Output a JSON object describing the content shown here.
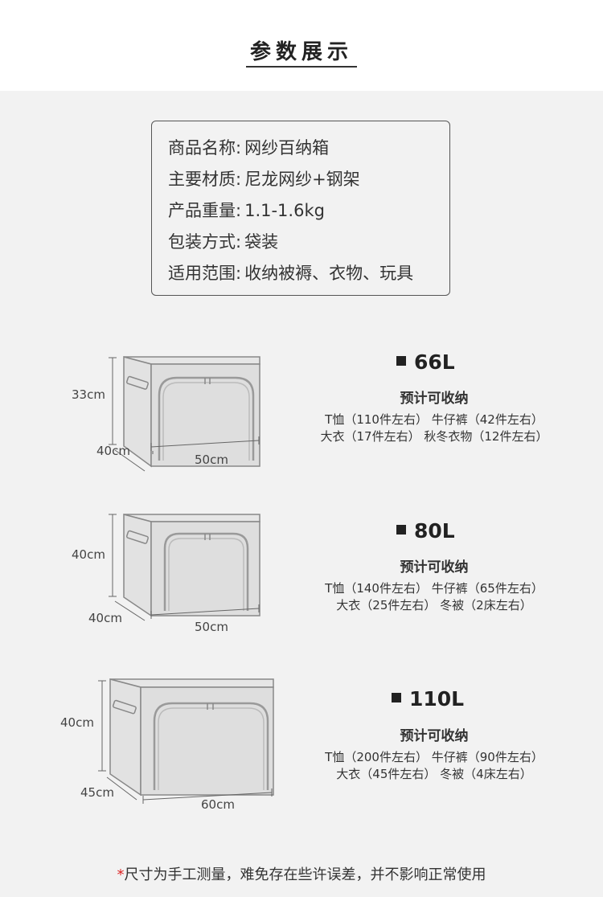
{
  "title": "参数展示",
  "specs": [
    {
      "label": "商品名称",
      "value": "网纱百纳箱"
    },
    {
      "label": "主要材质",
      "value": "尼龙网纱+钢架"
    },
    {
      "label": "产品重量",
      "value": "1.1-1.6kg"
    },
    {
      "label": "包装方式",
      "value": "袋装"
    },
    {
      "label": "适用范围",
      "value": "收纳被褥、衣物、玩具"
    }
  ],
  "colon": ":",
  "products": [
    {
      "height": "33cm",
      "depth": "40cm",
      "width": "50cm",
      "capacity": "66L",
      "subtitle": "预计可收纳",
      "line1": "T恤（110件左右） 牛仔裤（42件左右）",
      "line2": "大衣（17件左右） 秋冬衣物（12件左右）"
    },
    {
      "height": "40cm",
      "depth": "40cm",
      "width": "50cm",
      "capacity": "80L",
      "subtitle": "预计可收纳",
      "line1": "T恤（140件左右） 牛仔裤（65件左右）",
      "line2": "大衣（25件左右） 冬被（2床左右）"
    },
    {
      "height": "40cm",
      "depth": "45cm",
      "width": "60cm",
      "capacity": "110L",
      "subtitle": "预计可收纳",
      "line1": "T恤（200件左右） 牛仔裤（90件左右）",
      "line2": "大衣（45件左右） 冬被（4床左右）"
    }
  ],
  "note": {
    "star": "*",
    "text": "尺寸为手工测量，难免存在些许误差，并不影响正常使用"
  }
}
